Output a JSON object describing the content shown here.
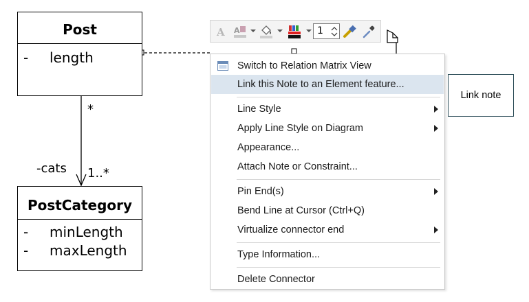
{
  "diagram": {
    "post_class": {
      "name": "Post",
      "attributes": [
        {
          "visibility": "-",
          "name": "length"
        }
      ]
    },
    "category_class": {
      "name": "PostCategory",
      "attributes": [
        {
          "visibility": "-",
          "name": "minLength"
        },
        {
          "visibility": "-",
          "name": "maxLength"
        }
      ]
    },
    "association": {
      "source_multiplicity": "*",
      "target_role": "-cats",
      "target_multiplicity": "1..*"
    },
    "note": {
      "text": "Link note"
    }
  },
  "toolbar": {
    "line_width_value": "1",
    "icons": [
      "font-icon",
      "font-color-icon",
      "fill-color-icon",
      "line-color-icon",
      "format-painter-icon",
      "eyedropper-icon"
    ]
  },
  "context_menu": {
    "items": [
      {
        "label": "Switch to Relation Matrix View",
        "icon": "matrix-view-icon"
      },
      {
        "label": "Link this Note to an Element feature...",
        "highlighted": true
      },
      {
        "label": "Line Style",
        "submenu": true
      },
      {
        "label": "Apply Line Style on Diagram",
        "submenu": true
      },
      {
        "label": "Appearance..."
      },
      {
        "label": "Attach Note or Constraint..."
      },
      {
        "label": "Pin End(s)",
        "submenu": true
      },
      {
        "label": "Bend Line at Cursor (Ctrl+Q)"
      },
      {
        "label": "Virtualize connector end",
        "submenu": true
      },
      {
        "label": "Type Information..."
      },
      {
        "label": "Delete Connector"
      }
    ]
  },
  "colors": {
    "menu_highlight": "#dbe5ef",
    "note_border": "#2f4f5a",
    "line_color_red": "#e02020"
  }
}
